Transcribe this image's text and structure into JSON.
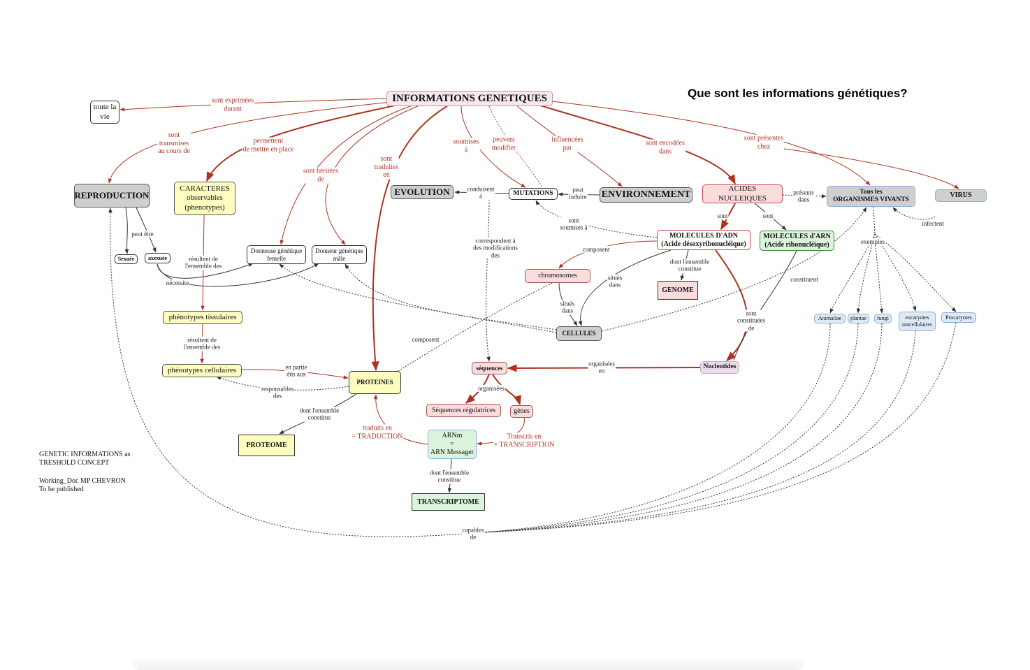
{
  "title": "Que sont les informations génétiques?",
  "notes": {
    "line1": "GENETIC INFORMATIONS as\nTRESHOLD CONCEPT",
    "line2": "Working_Doc MP CHEVRON\nTo be published"
  },
  "colors": {
    "red_edge": "#b03220",
    "dark_edge": "#333333",
    "gray_node": "#cfcfcf",
    "yellow_node": "#fdfdc0",
    "pink_node": "#fbdcdc",
    "green_node": "#dbf5dc",
    "blue_node": "#dde9f6"
  },
  "nodes": {
    "info": "INFORMATIONS GENETIQUES",
    "toute_vie": "toute la\nvie",
    "reproduction": "REPRODUCTION",
    "caracteres": "CARACTERES\nobservables\n(phenotypes)",
    "evolution": "EVOLUTION",
    "mutations": "MUTATIONS",
    "environnement": "ENVIRONNEMENT",
    "acides": "ACIDES NUCLEIQUES",
    "organismes": "Tous les\nORGANISMES VIVANTS",
    "virus": "VIRUS",
    "sexuee": "Sexuée",
    "asexuee": "axexuée",
    "donneuse": "Donneuse génétique\nfemelle",
    "donneur": "Donneur génétique\nmâle",
    "adn": "MOLECULES D'ADN\n(Acide désoxyribonucléique)",
    "arn": "MOLECULES d'ARN\n(Acide ribonucléique)",
    "chromosomes": "chromosomes",
    "genome": "GENOME",
    "tissulaires": "phénotypes tissulaires",
    "cellulaires": "phénotypes cellulaires",
    "cellules": "CELLULES",
    "proteines": "PROTEINES",
    "sequences": "séquences",
    "nucleotides": "Nucleotides",
    "seq_reg": "Séquences régulatrices",
    "genes": "gènes",
    "arnm": "ARNm\n=\nARN Messager",
    "proteome": "PROTEOME",
    "transcriptome": "TRANSCRIPTOME",
    "animaliae": "Animaliae",
    "plantae": "plantae",
    "fungi": "fungi",
    "eucaryotes": "eucaryotes\nunicellulaires",
    "procaryotes": "Procaryotes"
  },
  "labels": {
    "exprimees": "sont exprimées\ndurant",
    "transmises": "sont\ntransmises\nau cours de",
    "permettent": "permettent\nde mettre en place",
    "heritees": "sont héritées\nde",
    "traduites": "sont\ntraduites\nen",
    "soumises": "soumises\nà",
    "peuvent": "peuvent\nmodifier",
    "influencees": "influencées\npar",
    "encodees": "sont encodées\ndans",
    "presentes": "sont présentes\nchez",
    "conduisent": "conduisent\nà",
    "peut_induire": "peut\ninduire",
    "presents_dans": "présents\ndans",
    "peut_etre": "peut être",
    "sont_adn": "sont",
    "sont_arn": "sont",
    "infectent": "infectent",
    "resultent1": "résultent de\nl'ensemble des",
    "necessite": "nécessite",
    "soumises2": "sont\nsoumises à",
    "composent1": "composent",
    "correspondent": "correspondent à\ndes modifications\ndes",
    "ensemble_genome": "dont l'ensemble\nconstitue",
    "exemples": "exemples",
    "situes1": "situés\ndans",
    "situes2": "situés\ndans",
    "constituent": "constituent",
    "constituees": "sont\nconstituées\nde",
    "resultent2": "résultent de\nl'ensemble des",
    "composent2": "composent",
    "organisees_en": "organisées\nen",
    "en_partie": "en partie\ndûs aux",
    "responsables": "responsables\ndes",
    "organisees": "organisées",
    "ensemble_proteome": "dont l'ensemble\nconstitue",
    "traduits": "traduits en\n= TRADUCTION",
    "transcris": "Transcris en\n= TRANSCRIPTION",
    "ensemble_transcriptome": "dont l'ensemble\nconstitue",
    "capables": "capables\nde"
  }
}
